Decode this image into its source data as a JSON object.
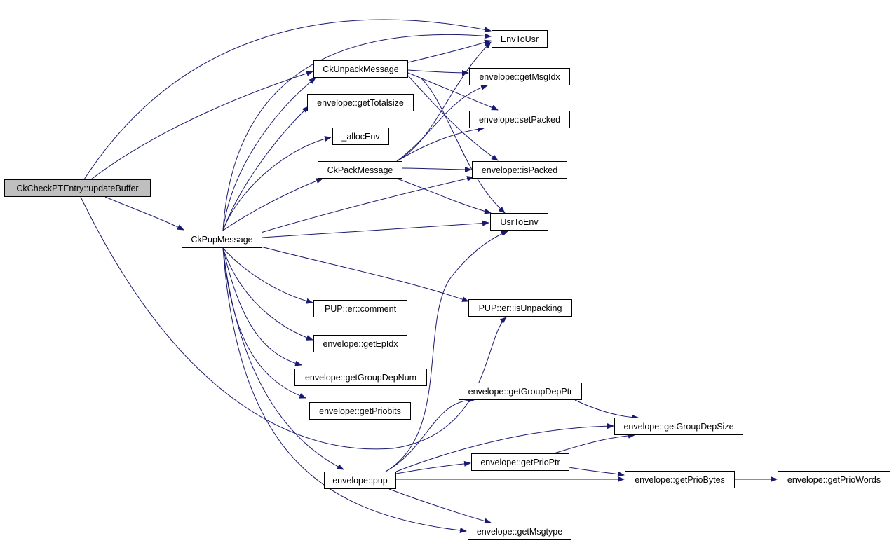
{
  "colors": {
    "edge": "#191970",
    "node_border": "#000000",
    "node_fill": "#ffffff",
    "root_fill": "#bfbfbf"
  },
  "nodes": {
    "updateBuffer": "CkCheckPTEntry::updateBuffer",
    "envToUsr": "EnvToUsr",
    "unpackMessage": "CkUnpackMessage",
    "getMsgIdx": "envelope::getMsgIdx",
    "getTotalsize": "envelope::getTotalsize",
    "setPacked": "envelope::setPacked",
    "allocEnv": "_allocEnv",
    "packMessage": "CkPackMessage",
    "isPacked": "envelope::isPacked",
    "usrToEnv": "UsrToEnv",
    "pupMessage": "CkPupMessage",
    "comment": "PUP::er::comment",
    "isUnpacking": "PUP::er::isUnpacking",
    "getEpIdx": "envelope::getEpIdx",
    "getGroupDepNum": "envelope::getGroupDepNum",
    "getGroupDepPtr": "envelope::getGroupDepPtr",
    "getPriobits": "envelope::getPriobits",
    "getGroupDepSize": "envelope::getGroupDepSize",
    "getPrioPtr": "envelope::getPrioPtr",
    "pup": "envelope::pup",
    "getPrioBytes": "envelope::getPrioBytes",
    "getPrioWords": "envelope::getPrioWords",
    "getMsgtype": "envelope::getMsgtype"
  }
}
